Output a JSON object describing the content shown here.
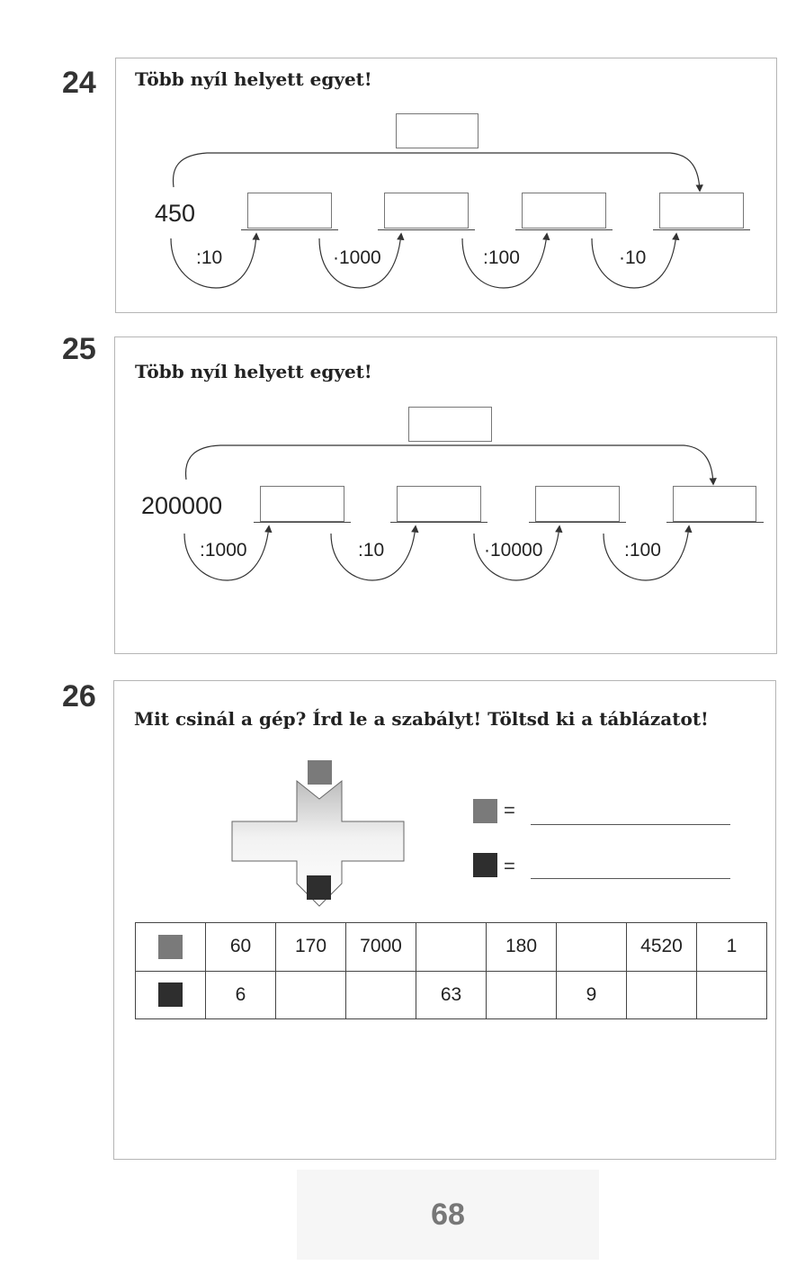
{
  "colors": {
    "light_square": "#7a7a7a",
    "dark_square": "#2e2e2e"
  },
  "ex24": {
    "number": "24",
    "title": "Több nyíl helyett egyet!",
    "start": "450",
    "ops": [
      ":10",
      "·1000",
      ":100",
      "·10"
    ]
  },
  "ex25": {
    "number": "25",
    "title": "Több nyíl helyett egyet!",
    "start": "200000",
    "ops": [
      ":1000",
      ":10",
      "·10000",
      ":100"
    ]
  },
  "ex26": {
    "number": "26",
    "title": "Mit csinál a gép? Írd le a szabályt! Töltsd ki a táblázatot!",
    "legend_equals": "=",
    "table": {
      "row_in": [
        "60",
        "170",
        "7000",
        "",
        "180",
        "",
        "4520",
        "1"
      ],
      "row_out": [
        "6",
        "",
        "",
        "63",
        "",
        "9",
        "",
        ""
      ]
    }
  },
  "page_number": "68"
}
